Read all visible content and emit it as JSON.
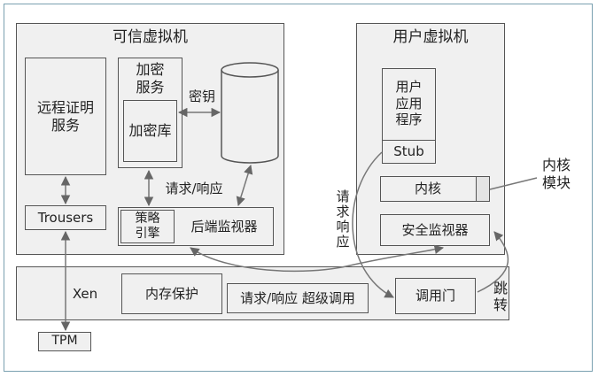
{
  "trusted_vm": {
    "title": "可信虚拟机",
    "remote_attestation": "远程证明\n服务",
    "trousers": "Trousers",
    "crypto_service": "加密\n服务",
    "crypto_lib": "加密库",
    "key": "密钥",
    "disk": "磁盘",
    "request_response": "请求/响应",
    "policy_engine": "策略\n引擎",
    "backend_monitor": "后端监视器"
  },
  "user_vm": {
    "title": "用户虚拟机",
    "user_app": "用户\n应用\n程序",
    "stub": "Stub",
    "kernel": "内核",
    "kernel_module": "内核\n模块",
    "security_monitor": "安全监视器",
    "request_response_vertical": "请\n求\n响\n应"
  },
  "xen": {
    "name": "Xen",
    "memory_protection": "内存保护",
    "hypercall": "请求/响应 超级调用",
    "call_gate": "调用门",
    "jump": "跳\n转"
  },
  "tpm": "TPM"
}
